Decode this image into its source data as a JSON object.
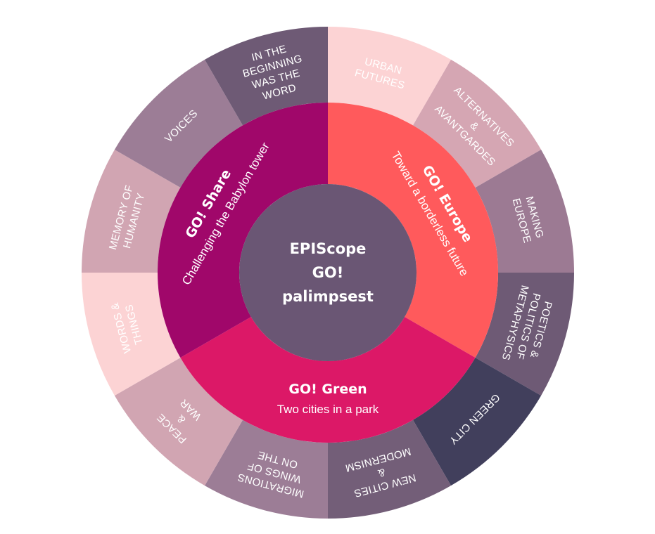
{
  "colors": {
    "center": "#6a5674",
    "share": "#a0076a",
    "europe": "#ff5a5c",
    "green": "#dc1867"
  },
  "center": {
    "lines": [
      "EPIScope",
      "GO!",
      "palimpsest"
    ]
  },
  "middle": [
    {
      "key": "europe",
      "title": "GO! Europe",
      "subtitle": "Toward a borderless future",
      "color": "#ff5a5c"
    },
    {
      "key": "green",
      "title": "GO! Green",
      "subtitle": "Two cities in a park",
      "color": "#dc1867"
    },
    {
      "key": "share",
      "title": "GO! Share",
      "subtitle": "Challenging the Babylon tower",
      "color": "#a0076a"
    }
  ],
  "outer": [
    {
      "key": "urban-futures",
      "lines": [
        "URBAN",
        "FUTURES"
      ],
      "color": "#fcd3d4"
    },
    {
      "key": "alternatives-avantgardes",
      "lines": [
        "ALTERNATIVES",
        "&",
        "AVANTGARDES"
      ],
      "color": "#d5a6b3"
    },
    {
      "key": "making-europe",
      "lines": [
        "MAKING",
        "EUROPE"
      ],
      "color": "#9c7a93"
    },
    {
      "key": "poetics-politics-metaphysics",
      "lines": [
        "POETICS &",
        "POLITICS OF",
        "METAPHYSICS"
      ],
      "color": "#6e5a75"
    },
    {
      "key": "green-city",
      "lines": [
        "GREEN CITY"
      ],
      "color": "#413f5c"
    },
    {
      "key": "modernism-new-cities",
      "lines": [
        "NEW CITIES",
        "&",
        "MODERNISM"
      ],
      "color": "#735e78"
    },
    {
      "key": "wings-of-migrations",
      "lines": [
        "MIGRATIONS",
        "WINGS OF",
        "ON THE"
      ],
      "color": "#9c7d96"
    },
    {
      "key": "war-peace",
      "lines": [
        "PEACE",
        "&",
        "WAR"
      ],
      "color": "#d1a5b2"
    },
    {
      "key": "words-things",
      "lines": [
        "WORDS  &",
        "THINGS"
      ],
      "color": "#fcd3d4"
    },
    {
      "key": "memory-of-humanity",
      "lines": [
        "MEMORY OF",
        "HUMANITY"
      ],
      "color": "#d1a5b2"
    },
    {
      "key": "voices",
      "lines": [
        "VOICES"
      ],
      "color": "#9c7d96"
    },
    {
      "key": "in-the-beginning",
      "lines": [
        "IN THE",
        "BEGINNING",
        "WAS THE",
        "WORD"
      ],
      "color": "#6e5a75"
    }
  ]
}
